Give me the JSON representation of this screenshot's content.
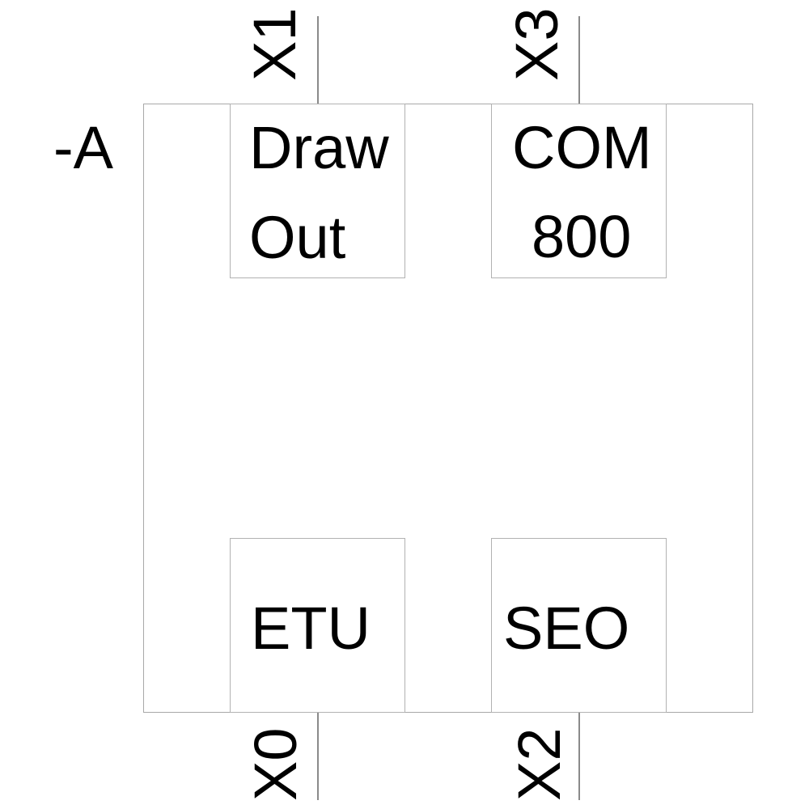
{
  "diagram": {
    "designation": "-A",
    "blocks": [
      {
        "name": "draw-out",
        "lines": [
          "Draw",
          "Out"
        ]
      },
      {
        "name": "com-800",
        "lines": [
          "COM",
          "800"
        ]
      },
      {
        "name": "etu",
        "lines": [
          "ETU"
        ]
      },
      {
        "name": "seo",
        "lines": [
          "SEO"
        ]
      }
    ],
    "terminals": [
      {
        "name": "x1",
        "label": "X1",
        "position": "top-left"
      },
      {
        "name": "x3",
        "label": "X3",
        "position": "top-right"
      },
      {
        "name": "x0",
        "label": "X0",
        "position": "bottom-left"
      },
      {
        "name": "x2",
        "label": "X2",
        "position": "bottom-right"
      }
    ],
    "colors": {
      "text": "#000000",
      "box_border": "#a8a8a8",
      "terminal_line": "#8a8a8a",
      "background": "#ffffff"
    }
  }
}
